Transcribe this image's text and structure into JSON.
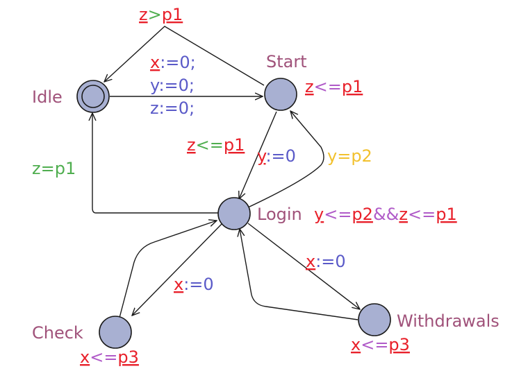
{
  "locations": {
    "idle": {
      "name": "Idle"
    },
    "start": {
      "name": "Start",
      "invariant": {
        "var": "z",
        "op": "<=",
        "param": "p1"
      }
    },
    "login": {
      "name": "Login",
      "invariant_parts": [
        {
          "var": "y",
          "op": "<=",
          "param": "p2"
        },
        {
          "join": "&&"
        },
        {
          "var": "z",
          "op": "<=",
          "param": "p1"
        }
      ]
    },
    "check": {
      "name": "Check",
      "invariant": {
        "var": "x",
        "op": "<=",
        "param": "p3"
      }
    },
    "withdrawals": {
      "name": "Withdrawals",
      "invariant": {
        "var": "x",
        "op": "<=",
        "param": "p3"
      }
    }
  },
  "edges": {
    "start_to_idle": {
      "guard": {
        "var": "z",
        "op": ">",
        "param": "p1"
      }
    },
    "idle_to_start": {
      "update_line1": {
        "var": "x",
        "rest": ":=0;"
      },
      "update_line2": "y:=0;",
      "update_line3": "z:=0;"
    },
    "start_to_login": {
      "guard": {
        "var": "z",
        "op": "<=",
        "param": "p1"
      },
      "update": {
        "var": "y",
        "rest": ":=0"
      }
    },
    "login_to_start": {
      "guard_text": "y=p2"
    },
    "login_to_idle": {
      "guard_text": "z=p1"
    },
    "login_to_check": {
      "update": {
        "var": "x",
        "rest": ":=0"
      }
    },
    "login_to_withdrawals": {
      "update": {
        "var": "x",
        "rest": ":=0"
      }
    }
  },
  "colors": {
    "location_name": "#a0527a",
    "clock_var": "#e8202a",
    "operator": "#b05ac8",
    "update": "#5a5ac8",
    "guard_green": "#4fae4f",
    "guard_yellow": "#f2c12e",
    "node_fill": "#a8b0d2"
  }
}
